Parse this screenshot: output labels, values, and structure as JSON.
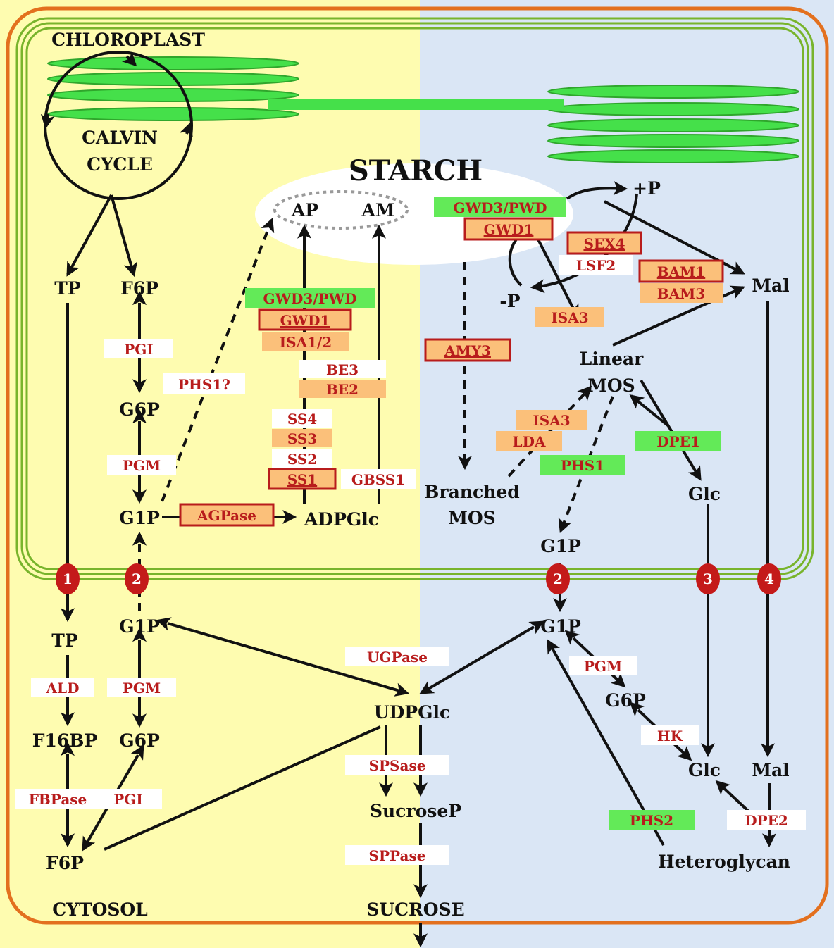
{
  "colors": {
    "chloroplast_bg_left": "#fefcb0",
    "cytosol_bg_right": "#dae6f5",
    "cell_border": "#e3701e",
    "chloroplast_membrane": "#78b42c",
    "thylakoid": "#45e04a",
    "enzyme_text": "#b81c1c",
    "green_box": "#63ea58",
    "orange_box": "#fbc07a",
    "white_box": "#ffffff",
    "box_border": "#b81c1c",
    "transporter": "#c41a1a"
  },
  "compartments": {
    "chloroplast": "CHLOROPLAST",
    "cytosol": "CYTOSOL",
    "calvin_1": "CALVIN",
    "calvin_2": "CYCLE"
  },
  "starch": {
    "title": "STARCH",
    "ap": "AP",
    "am": "AM"
  },
  "metabolites": {
    "tp_chl": "TP",
    "f6p_chl": "F6P",
    "g6p_chl": "G6P",
    "g1p_chl": "G1P",
    "adpglc": "ADPGlc",
    "branched_1": "Branched",
    "branched_2": "MOS",
    "linear_1": "Linear",
    "linear_2": "MOS",
    "plus_p": "+P",
    "minus_p": "-P",
    "mal_chl": "Mal",
    "glc_chl": "Glc",
    "g1p_chl_right": "G1P",
    "tp_cyt": "TP",
    "g1p_cyt": "G1P",
    "f16bp": "F16BP",
    "g6p_cyt": "G6P",
    "f6p_cyt": "F6P",
    "udpglc": "UDPGlc",
    "sucrosep": "SucroseP",
    "sucrose": "SUCROSE",
    "g1p_cyt_right": "G1P",
    "g6p_cyt_right": "G6P",
    "glc_cyt": "Glc",
    "mal_cyt": "Mal",
    "heteroglycan": "Heteroglycan"
  },
  "enzymes": {
    "pgi_chl": "PGI",
    "pgm_chl": "PGM",
    "phs1q": "PHS1?",
    "agpase": "AGPase",
    "gwd3pwd_left": "GWD3/PWD",
    "gwd1_left": "GWD1",
    "isa12": "ISA1/2",
    "be3": "BE3",
    "be2": "BE2",
    "ss4": "SS4",
    "ss3": "SS3",
    "ss2": "SS2",
    "ss1": "SS1",
    "gbss1": "GBSS1",
    "gwd3pwd_right": "GWD3/PWD",
    "gwd1_right": "GWD1",
    "sex4": "SEX4",
    "lsf2": "LSF2",
    "bam1": "BAM1",
    "bam3": "BAM3",
    "isa3_top": "ISA3",
    "amy3": "AMY3",
    "isa3_mid": "ISA3",
    "lda": "LDA",
    "dpe1": "DPE1",
    "phs1": "PHS1",
    "ald": "ALD",
    "pgm_cyt": "PGM",
    "fbpase": "FBPase",
    "pgi_cyt": "PGI",
    "ugpase": "UGPase",
    "spsase": "SPSase",
    "sppase": "SPPase",
    "pgm_cyt_right": "PGM",
    "hk": "HK",
    "phs2": "PHS2",
    "dpe2": "DPE2"
  },
  "transporters": [
    "1",
    "2",
    "2",
    "3",
    "4"
  ]
}
